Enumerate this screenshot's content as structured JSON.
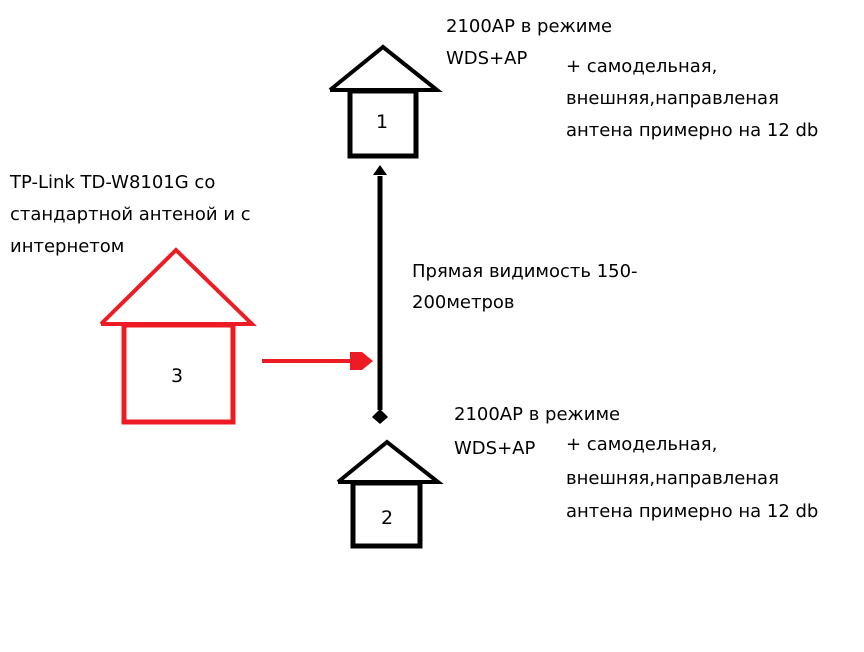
{
  "colors": {
    "ink": "#000000",
    "accent": "#ed1c24"
  },
  "house1": {
    "number": "1",
    "title_lines": [
      "2100AP в режиме",
      "WDS+AP"
    ],
    "note_lines": [
      "+ самодельная,",
      "внешняя,направленая",
      "антена примерно на 12 db"
    ]
  },
  "house2": {
    "number": "2",
    "title_lines": [
      "2100AP в режиме",
      "WDS+AP"
    ],
    "note_lines": [
      "+ самодельная,",
      "внешняя,направленая",
      "антена примерно на 12 db"
    ]
  },
  "house3": {
    "number": "3",
    "label_lines": [
      "TP-Link TD-W8101G со",
      "стандартной антеной и с",
      "интернетом"
    ]
  },
  "link": {
    "label_lines": [
      "Прямая видимость 150-",
      "200метров"
    ]
  }
}
